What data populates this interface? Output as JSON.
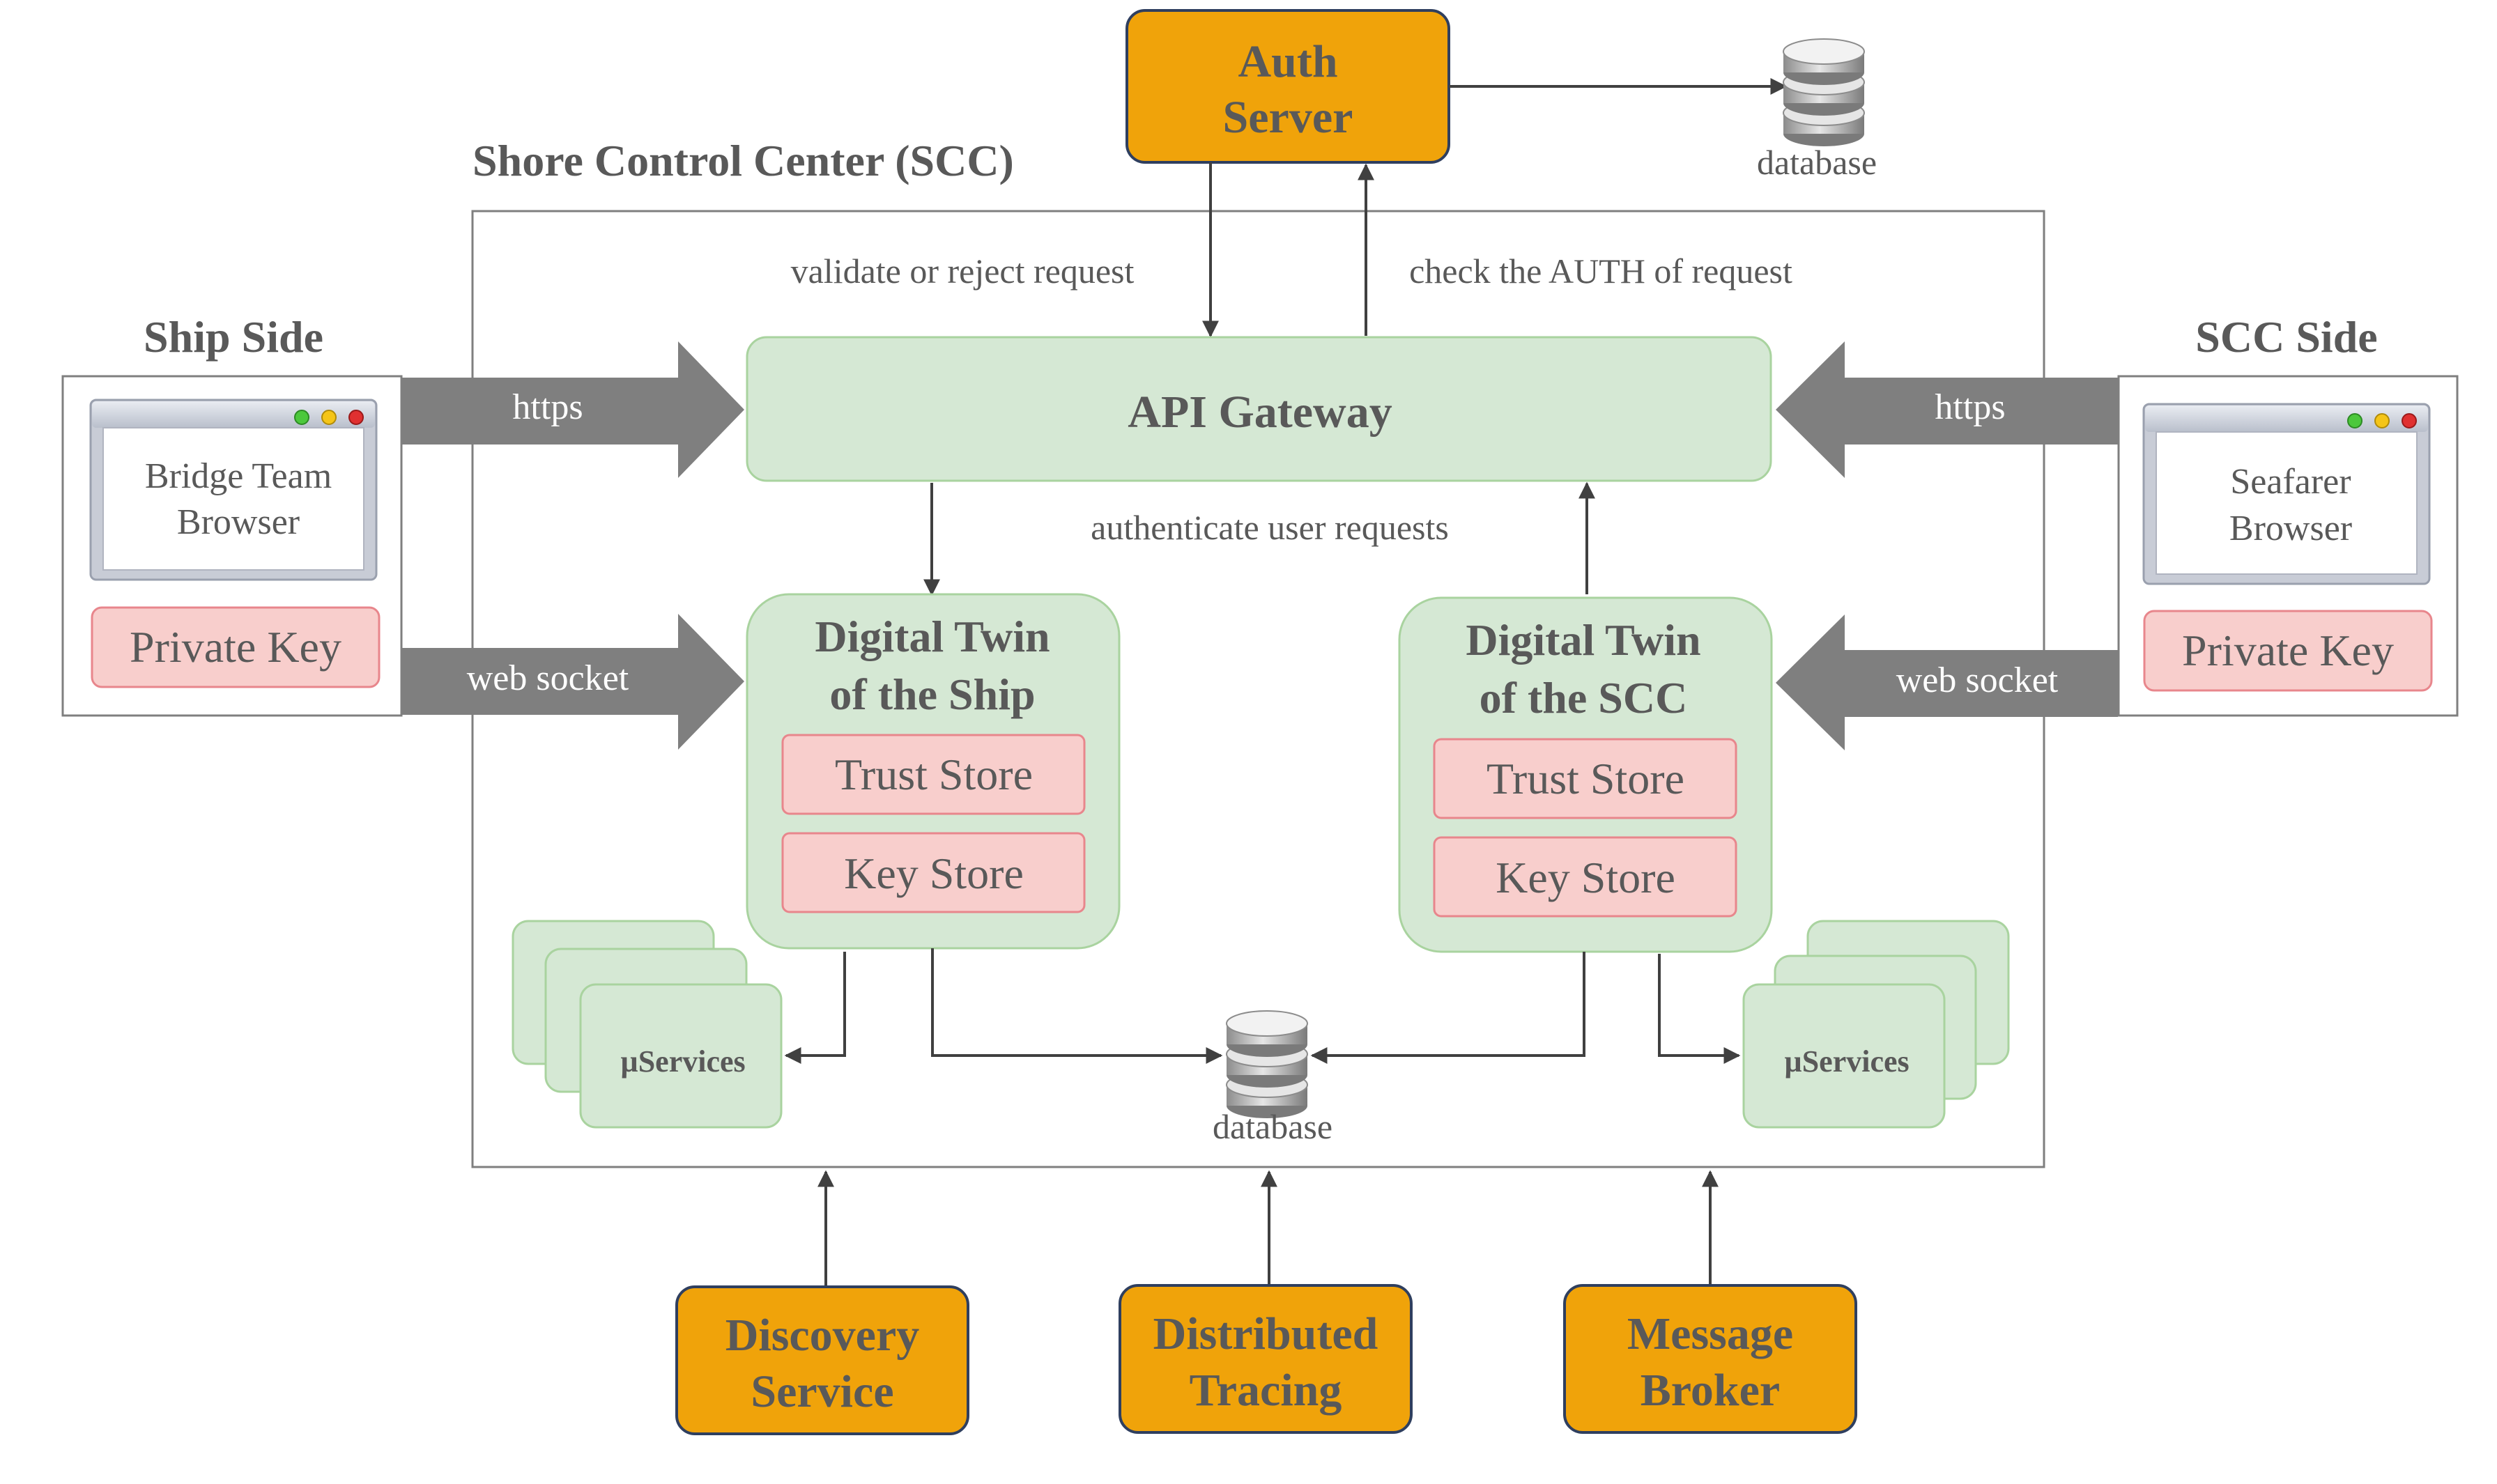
{
  "colors": {
    "orange": "#f0a30a",
    "orange_border": "#2f3f5f",
    "green_fill": "#d5e8d4",
    "green_border": "#a9d39f",
    "pink_fill": "#f8cecc",
    "pink_border": "#e8868c",
    "gray_arrow": "#7f7f7f",
    "text": "#595959",
    "line": "#404040"
  },
  "auth_server": {
    "line1": "Auth",
    "line2": "Server"
  },
  "scc_title": "Shore Control Center (SCC)",
  "top_database_label": "database",
  "labels": {
    "validate": "validate or reject request",
    "check_auth": "check the AUTH of request",
    "authenticate": "authenticate user requests"
  },
  "api_gateway": "API Gateway",
  "ship_side": {
    "title": "Ship Side",
    "browser_line1": "Bridge Team",
    "browser_line2": "Browser",
    "private_key": "Private Key",
    "https": "https",
    "web_socket": "web socket"
  },
  "scc_side": {
    "title": "SCC Side",
    "browser_line1": "Seafarer",
    "browser_line2": "Browser",
    "private_key": "Private Key",
    "https": "https",
    "web_socket": "web socket"
  },
  "twin_ship": {
    "line1": "Digital Twin",
    "line2": "of the Ship",
    "trust_store": "Trust Store",
    "key_store": "Key Store"
  },
  "twin_scc": {
    "line1": "Digital Twin",
    "line2": "of the SCC",
    "trust_store": "Trust Store",
    "key_store": "Key Store"
  },
  "microservices_left": "µServices",
  "microservices_right": "µServices",
  "center_database_label": "database",
  "bottom_services": {
    "discovery": {
      "line1": "Discovery",
      "line2": "Service"
    },
    "tracing": {
      "line1": "Distributed",
      "line2": "Tracing"
    },
    "broker": {
      "line1": "Message",
      "line2": "Broker"
    }
  }
}
